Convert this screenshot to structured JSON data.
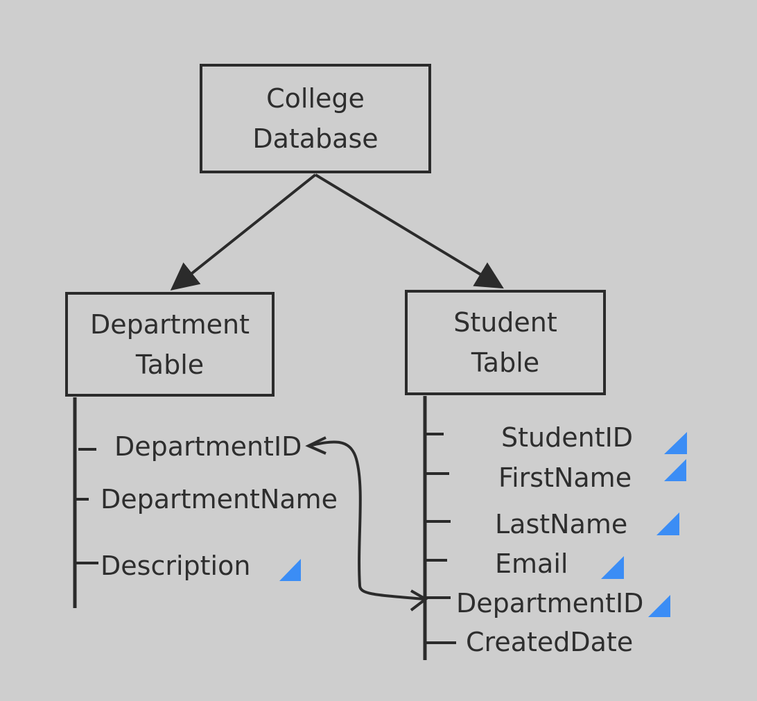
{
  "root": {
    "line1": "College",
    "line2": "Database"
  },
  "department": {
    "line1": "Department",
    "line2": "Table",
    "fields": [
      "DepartmentID",
      "DepartmentName",
      "Description"
    ]
  },
  "student": {
    "line1": "Student",
    "line2": "Table",
    "fields": [
      "StudentID",
      "FirstName",
      "LastName",
      "Email",
      "DepartmentID",
      "CreatedDate"
    ]
  },
  "colors": {
    "background": "#cecece",
    "stroke": "#2b2b2b",
    "marker": "#3b8df5"
  }
}
